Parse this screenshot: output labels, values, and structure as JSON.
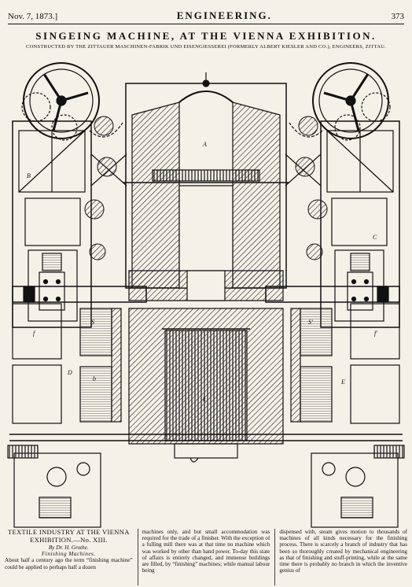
{
  "header": {
    "date": "Nov. 7, 1873.]",
    "journal": "ENGINEERING.",
    "page": "373"
  },
  "title": "SINGEING MACHINE, AT THE VIENNA EXHIBITION.",
  "subtitle": "CONSTRUCTED BY THE ZITTAUER MASCHINEN-FABRIK UND EISENGIESSEREI (FORMERLY ALBERT KIESLER AND CO.), ENGINEERS, ZITTAU.",
  "figure_labels": {
    "a": "A",
    "b": "B",
    "c": "C",
    "d": "D",
    "e": "E",
    "f": "f",
    "f1": "f'",
    "s": "S",
    "s1": "S'",
    "b1": "b",
    "k": "k"
  },
  "article": {
    "title": "TEXTILE INDUSTRY AT THE VIENNA EXHIBITION.—No. XIII.",
    "byline": "By Dr. H. Grothe.",
    "section": "Finishing Machines.",
    "col1_text": "About half a century ago the term “finishing machine” could be applied to perhaps half a dozen",
    "col2_text": "machines only, and but small accommodation was required for the trade of a finisher. With the exception of a fulling mill there was at that time no machine which was worked by other than hand power. To-day this state of affairs is entirely changed, and immense buildings are filled, by “finishing” machines; while manual labour being",
    "col3_text": "dispensed with, steam gives motion to thousands of machines of all kinds necessary for the finishing process. There is scarcely a branch of industry that has been so thoroughly created by mechanical engineering as that of finishing and stuff-printing, while at the same time there is probably no branch in which the inventive genius of"
  }
}
